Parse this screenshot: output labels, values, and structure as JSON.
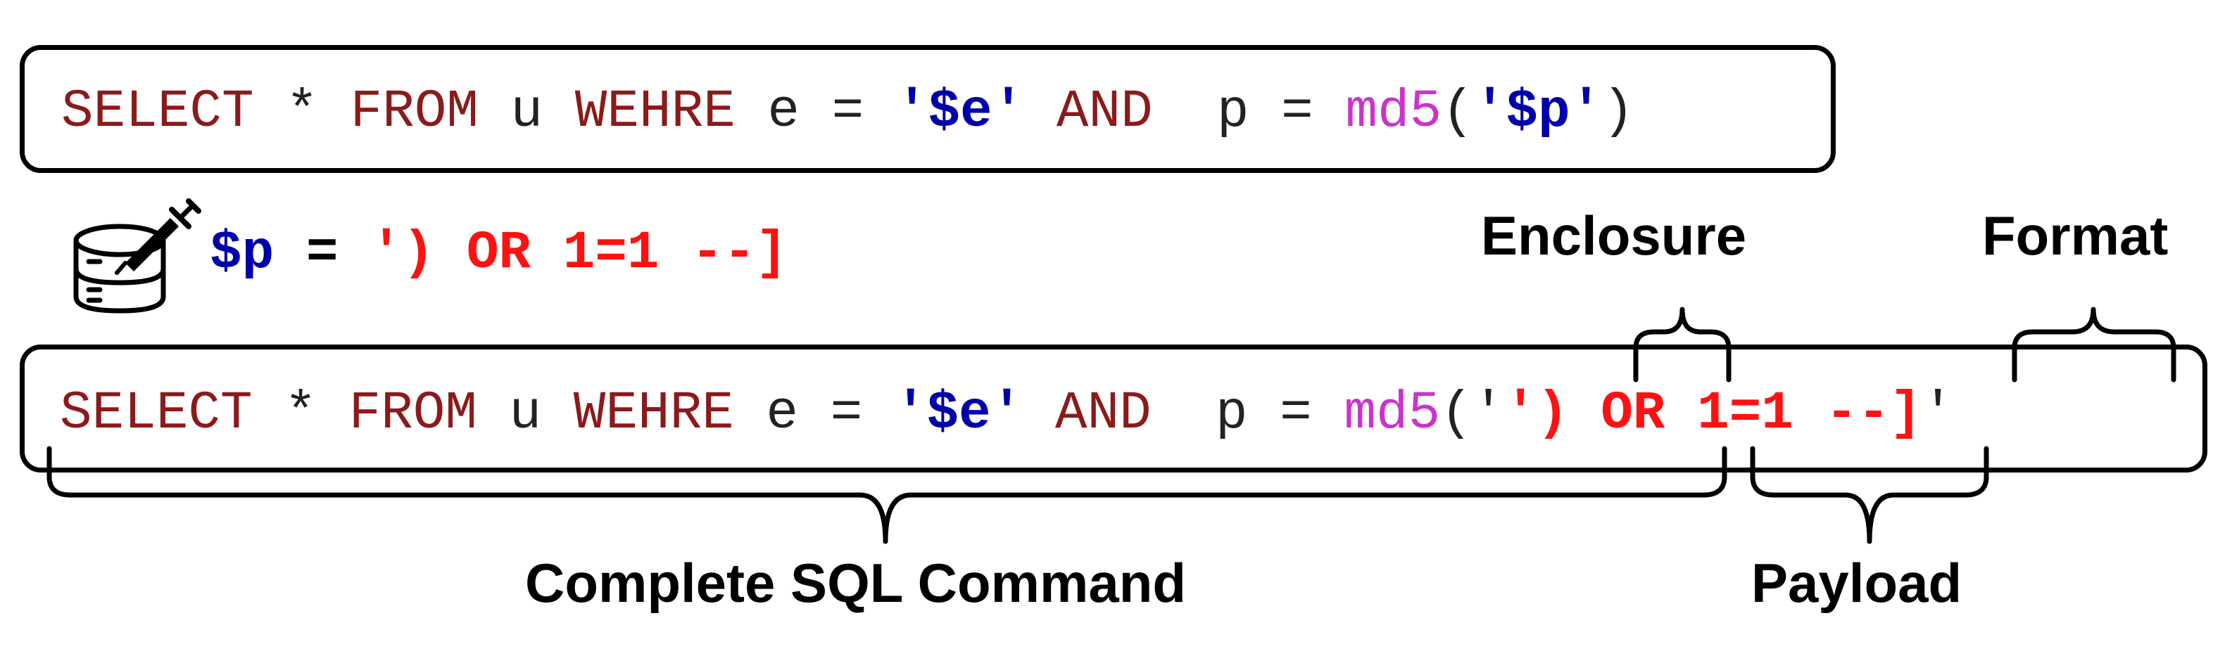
{
  "top_query": {
    "kw_select": "SELECT",
    "star": " * ",
    "kw_from": "FROM",
    "table": " u ",
    "kw_where": "WEHRE",
    "col_e": " e = ",
    "var_e": "'$e'",
    "kw_and": " AND ",
    "col_p": " p = ",
    "fn": "md5",
    "paren_open": "(",
    "var_p": "'$p'",
    "paren_close": ")"
  },
  "injection": {
    "var": "$p",
    "op": " = ",
    "value": "') OR 1=1 --]"
  },
  "result_query": {
    "kw_select": "SELECT",
    "star": " * ",
    "kw_from": "FROM",
    "table": " u ",
    "kw_where": "WEHRE",
    "col_e": " e = ",
    "var_e": "'$e'",
    "kw_and": " AND ",
    "col_p": " p = ",
    "fn": "md5",
    "paren_open": "('",
    "enclosure": "')",
    "payload": " OR 1=1 ",
    "format": "--]",
    "tail_quote": "'"
  },
  "labels": {
    "enclosure": "Enclosure",
    "format": "Format",
    "complete": "Complete SQL Command",
    "payload": "Payload"
  },
  "icon": "database-syringe-icon",
  "colors": {
    "keyword": "#8b1a1a",
    "function": "#cc33cc",
    "variable": "#0000aa",
    "injection": "#ff1111"
  }
}
